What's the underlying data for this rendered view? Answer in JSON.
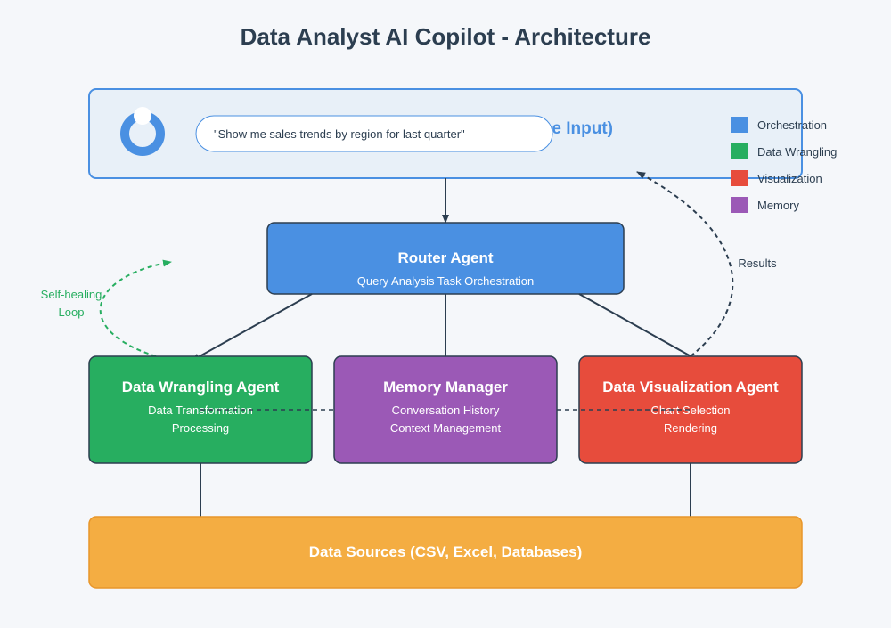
{
  "title": "Data Analyst AI Copilot - Architecture",
  "input_panel": {
    "hidden_label": "(Natural Language Input)",
    "visible_fragment": "e Input)",
    "query": "\"Show me sales trends by region for last quarter\""
  },
  "legend": {
    "items": [
      {
        "label": "Orchestration",
        "color": "#4a90e2"
      },
      {
        "label": "Data Wrangling",
        "color": "#27ae60"
      },
      {
        "label": "Visualization",
        "color": "#e74c3c"
      },
      {
        "label": "Memory",
        "color": "#9b59b6"
      }
    ]
  },
  "router": {
    "title": "Router Agent",
    "subtitle": "Query Analysis Task Orchestration",
    "color": "#4a90e2"
  },
  "wrangling": {
    "title": "Data Wrangling Agent",
    "line1": "Data Transformation",
    "line2": "Processing",
    "color": "#27ae60"
  },
  "memory": {
    "title": "Memory Manager",
    "line1": "Conversation History",
    "line2": "Context Management",
    "color": "#9b59b6"
  },
  "visualization": {
    "title": "Data Visualization Agent",
    "line1": "Chart Selection",
    "line2": "Rendering",
    "color": "#e74c3c"
  },
  "sources": {
    "label": "Data Sources (CSV, Excel, Databases)",
    "color": "#f4ad42"
  },
  "annotations": {
    "self_healing_1": "Self-healing",
    "self_healing_2": "Loop",
    "results": "Results"
  }
}
